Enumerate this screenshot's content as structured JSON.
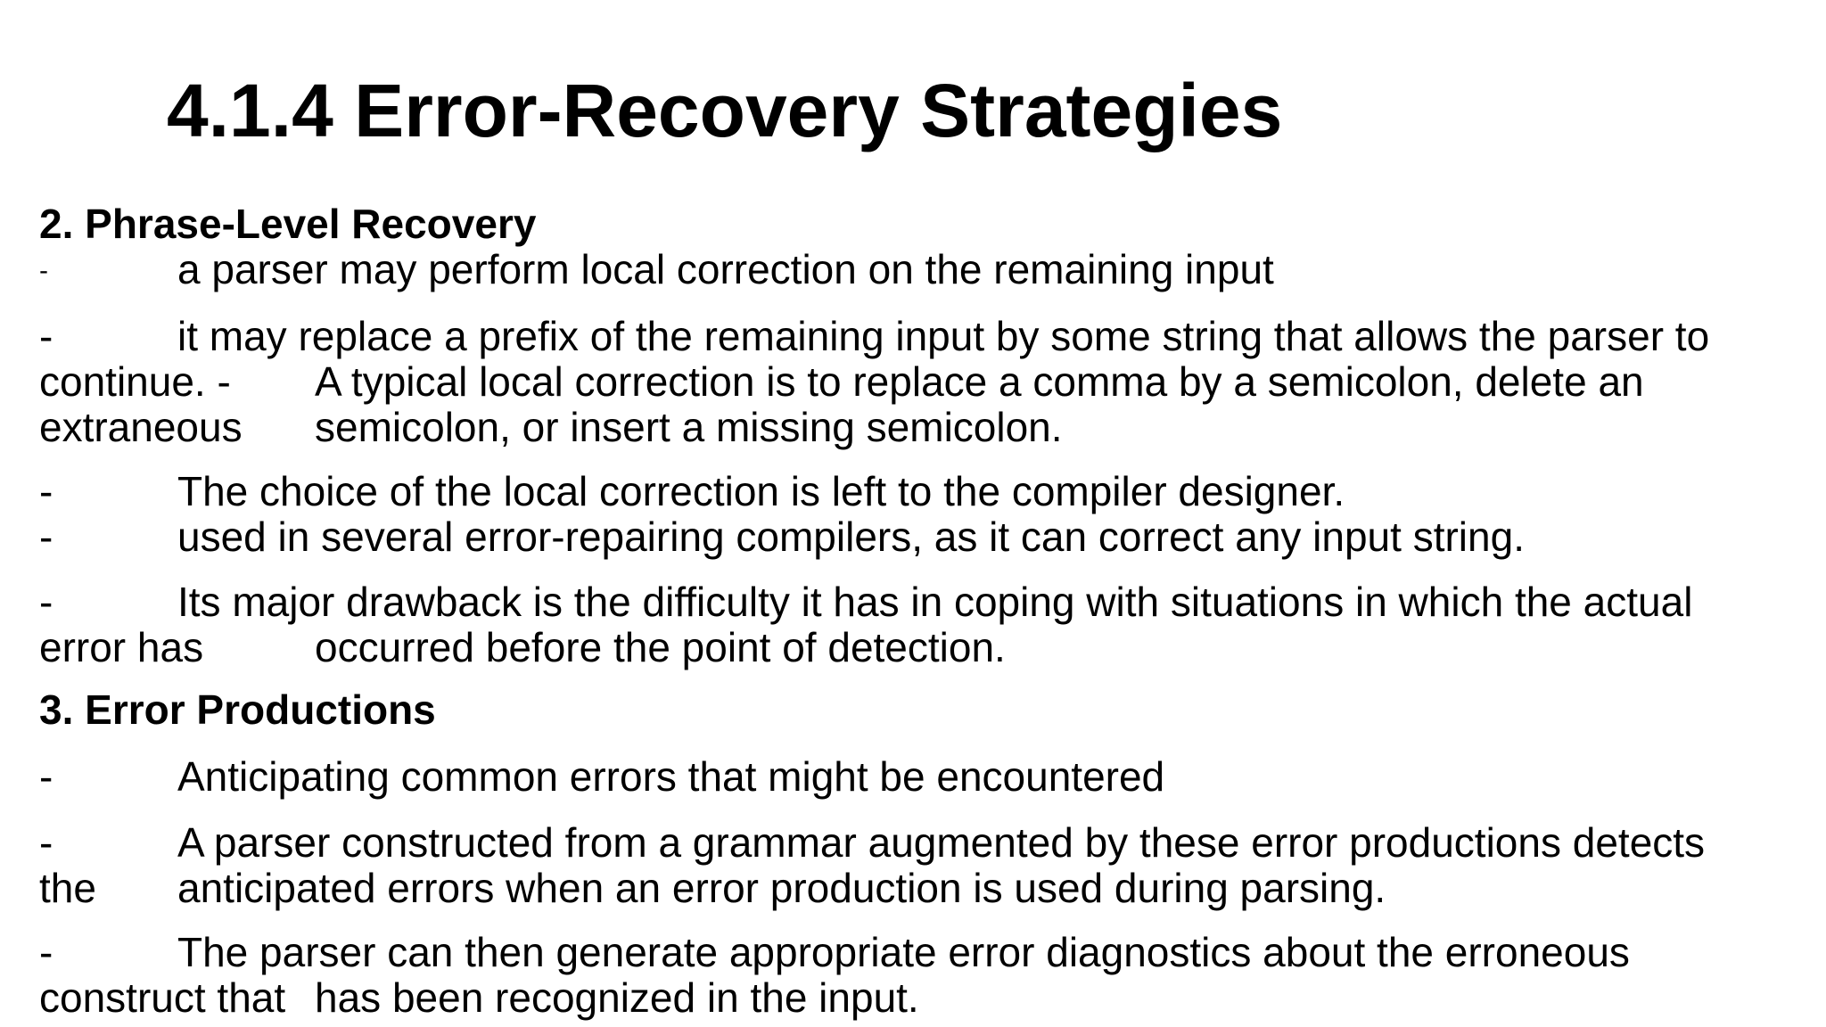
{
  "title": "4.1.4 Error-Recovery Strategies",
  "lines": [
    {
      "kind": "heading",
      "text": "2. Phrase-Level Recovery"
    },
    {
      "kind": "row",
      "left": "-",
      "right": "a parser may perform local correction on the remaining input"
    },
    {
      "kind": "row",
      "left": "-",
      "right": "it may replace a prefix of the remaining input by some string that allows the parser to"
    },
    {
      "kind": "row2",
      "left": "continue. -",
      "right": "A typical local correction is to replace a comma by a semicolon, delete an"
    },
    {
      "kind": "row2",
      "left": "extraneous",
      "right": "semicolon, or insert a missing semicolon."
    },
    {
      "kind": "row",
      "left": "-",
      "right": "The choice of the local correction is left to the compiler designer."
    },
    {
      "kind": "row",
      "left": "-",
      "right": "used in several error-repairing compilers, as it can correct any input string."
    },
    {
      "kind": "row",
      "left": "-",
      "right": "Its major drawback is the difficulty it has in coping with situations in which the actual"
    },
    {
      "kind": "row2",
      "left": "error has",
      "right": "occurred before the point of detection."
    },
    {
      "kind": "heading",
      "text": "3. Error Productions"
    },
    {
      "kind": "row",
      "left": "-",
      "right": "Anticipating common errors that might be encountered"
    },
    {
      "kind": "row",
      "left": "-",
      "right": "A parser constructed from a grammar augmented by these error productions detects"
    },
    {
      "kind": "row",
      "left": "the",
      "right": "anticipated errors when an error production is used during parsing."
    },
    {
      "kind": "row",
      "left": "-",
      "right": "The parser can then generate appropriate error diagnostics about the erroneous"
    },
    {
      "kind": "row2",
      "left": "construct that",
      "right": "has been recognized in the input."
    }
  ]
}
